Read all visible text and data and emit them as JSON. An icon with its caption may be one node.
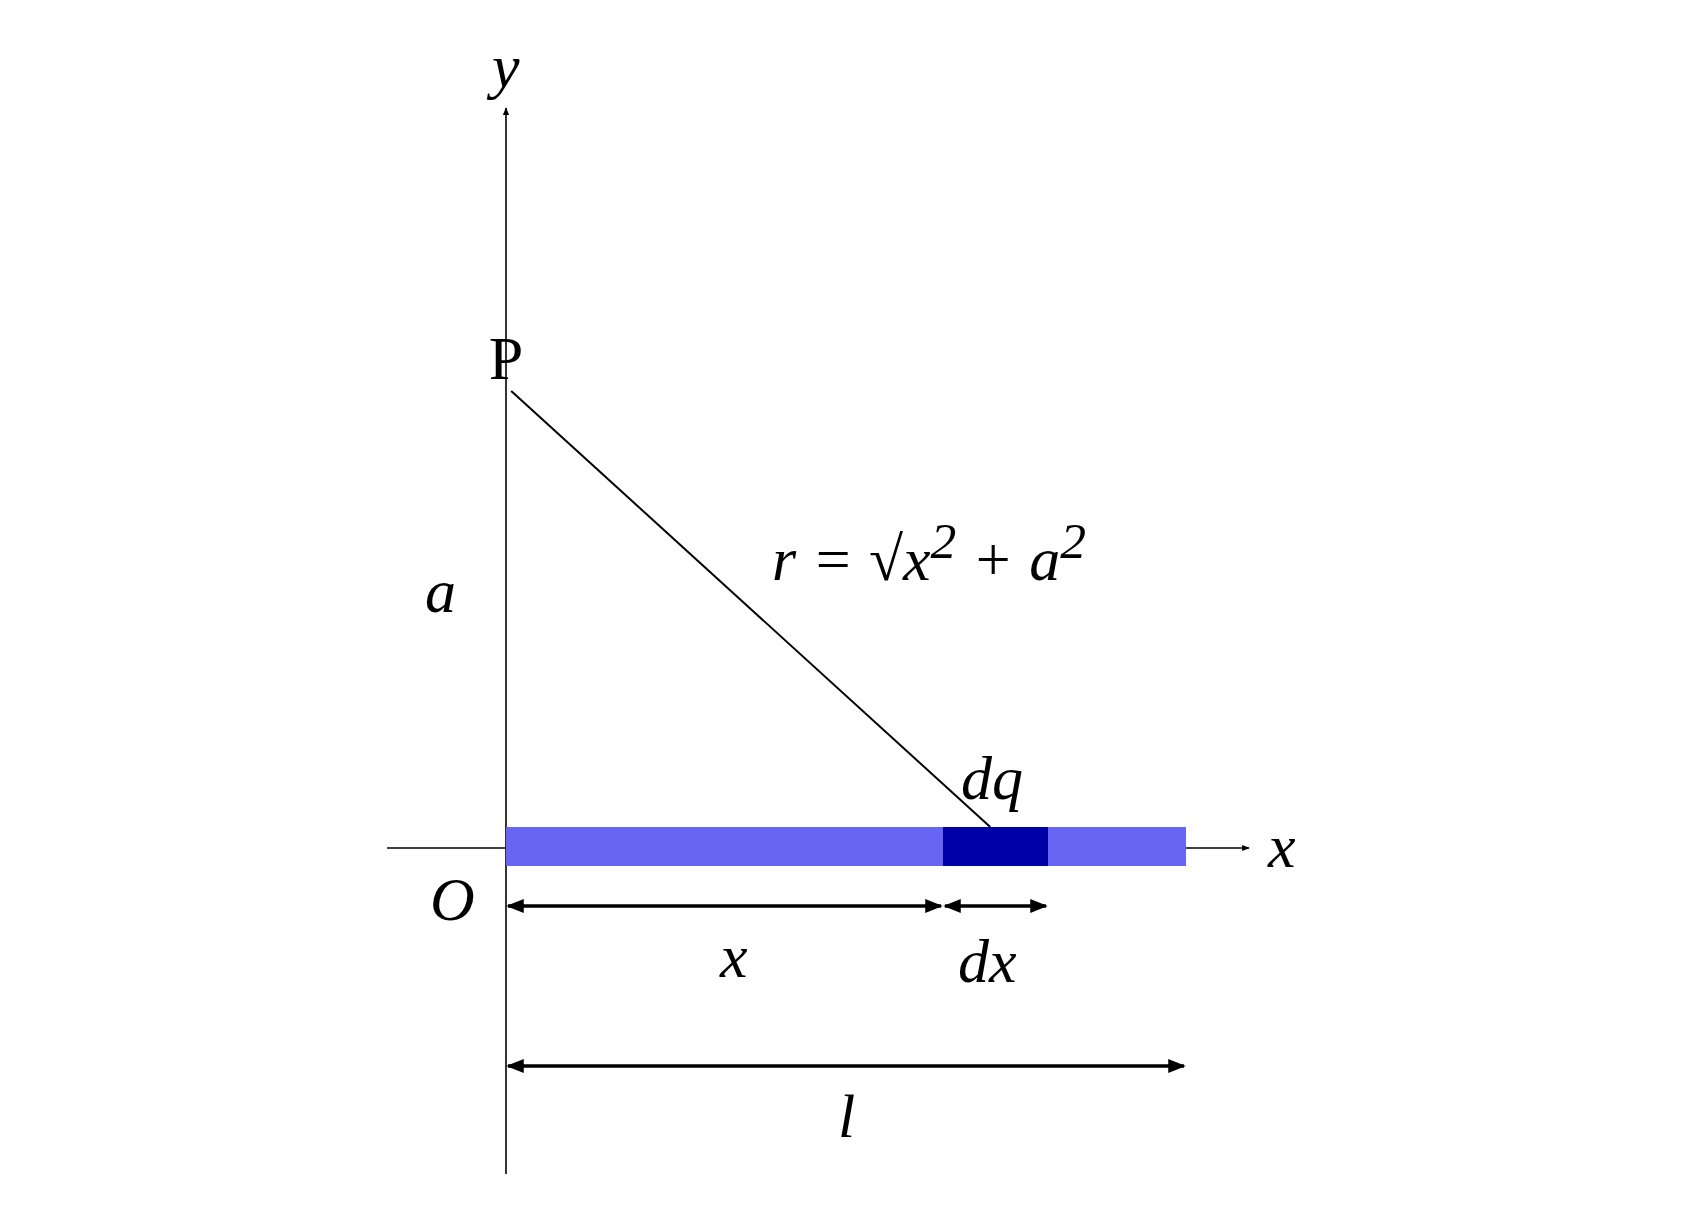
{
  "diagram": {
    "nodes": [
      {
        "text": [
          "P"
        ]
      },
      {
        "text": [],
        "shape": "bar"
      },
      {
        "text": [],
        "shape": "bar",
        "beside": [
          "dq"
        ],
        "in": 1
      }
    ],
    "edges": [
      {
        "from": 0,
        "to": 2,
        "arrow": "none",
        "label": "r = √x$^{2}$ + a$^{2}$"
      }
    ],
    "labels": [
      "y",
      "a",
      "x",
      "O",
      "x",
      "dx",
      "l"
    ]
  }
}
